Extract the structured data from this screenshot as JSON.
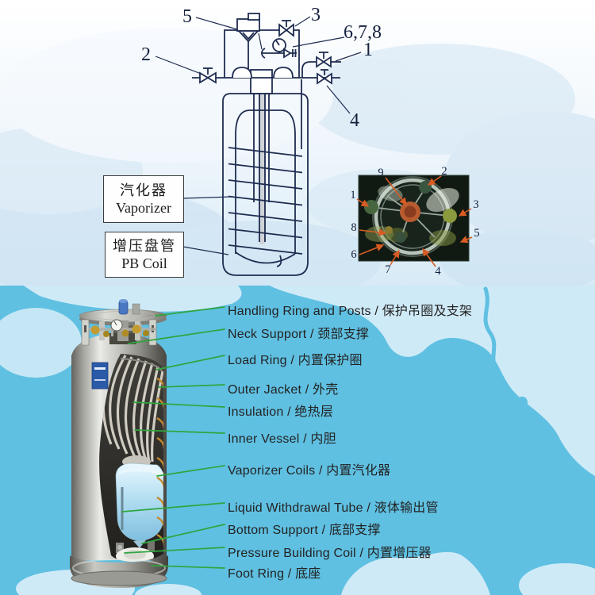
{
  "schematic": {
    "callouts": {
      "c5": "5",
      "c3": "3",
      "c678": "6,7,8",
      "c2": "2",
      "c1": "1",
      "c4": "4"
    },
    "vaporizer_label": {
      "zh": "汽化器",
      "en": "Vaporizer"
    },
    "pb_label": {
      "zh": "增压盘管",
      "en": "PB Coil"
    }
  },
  "photo": {
    "callouts": {
      "n9": "9",
      "n2": "2",
      "n1": "1",
      "n3": "3",
      "n8": "8",
      "n5": "5",
      "n6": "6",
      "n7": "7",
      "n4": "4"
    }
  },
  "parts": {
    "items": [
      {
        "text": "Handling Ring and Posts / 保护吊圈及支架"
      },
      {
        "text": "Neck Support / 颈部支撑"
      },
      {
        "text": "Load Ring / 内置保护圈"
      },
      {
        "text": "Outer Jacket / 外壳"
      },
      {
        "text": "Insulation / 绝热层"
      },
      {
        "text": "Inner Vessel / 内胆"
      },
      {
        "text": "Vaporizer Coils / 内置汽化器"
      },
      {
        "text": "Liquid Withdrawal Tube / 液体输出管"
      },
      {
        "text": "Bottom Support / 底部支撑"
      },
      {
        "text": "Pressure Building Coil / 内置增压器"
      },
      {
        "text": "Foot Ring / 底座"
      }
    ]
  },
  "colors": {
    "ocean": "#5fc0e2",
    "land": "#cfeaf7",
    "leader_green": "#2fa63e",
    "schematic_ink": "#1e2c50",
    "arrow_orange": "#d85c24"
  }
}
